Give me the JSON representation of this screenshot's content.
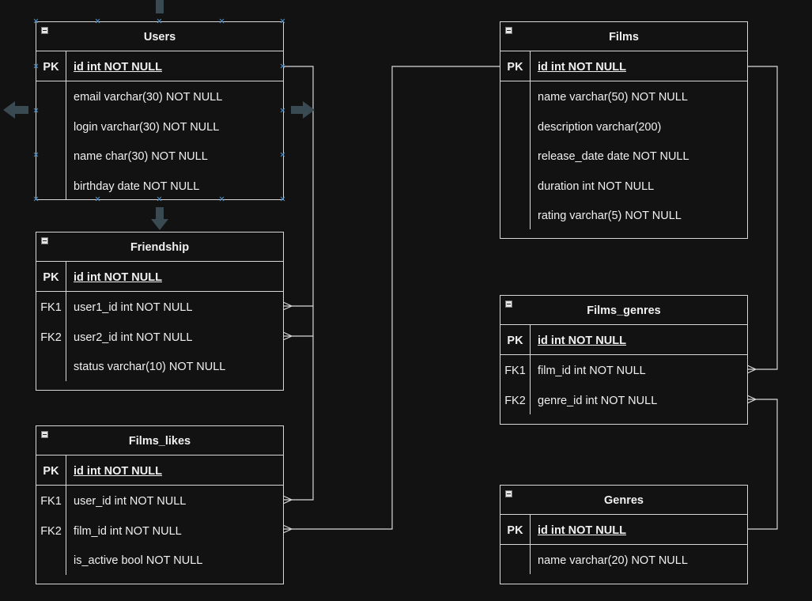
{
  "colors": {
    "background": "#121212",
    "line": "#d8d8d8",
    "selection": "#4d8fc9",
    "arrow": "#3a4a52"
  },
  "tables": {
    "users": {
      "title": "Users",
      "pk": {
        "key": "PK",
        "field": "id int NOT NULL"
      },
      "rows": [
        {
          "key": "",
          "field": "email varchar(30) NOT NULL"
        },
        {
          "key": "",
          "field": "login varchar(30) NOT NULL"
        },
        {
          "key": "",
          "field": "name char(30) NOT NULL"
        },
        {
          "key": "",
          "field": "birthday date NOT NULL"
        }
      ]
    },
    "friendship": {
      "title": "Friendship",
      "pk": {
        "key": "PK",
        "field": "id int NOT NULL"
      },
      "rows": [
        {
          "key": "FK1",
          "field": "user1_id int NOT NULL"
        },
        {
          "key": "FK2",
          "field": "user2_id int NOT NULL"
        },
        {
          "key": "",
          "field": "status varchar(10) NOT NULL"
        }
      ]
    },
    "films_likes": {
      "title": "Films_likes",
      "pk": {
        "key": "PK",
        "field": "id int NOT NULL"
      },
      "rows": [
        {
          "key": "FK1",
          "field": "user_id int NOT NULL"
        },
        {
          "key": "FK2",
          "field": "film_id int NOT NULL"
        },
        {
          "key": "",
          "field": "is_active bool NOT NULL"
        }
      ]
    },
    "films": {
      "title": "Films",
      "pk": {
        "key": "PK",
        "field": "id int NOT NULL"
      },
      "rows": [
        {
          "key": "",
          "field": "name varchar(50) NOT NULL"
        },
        {
          "key": "",
          "field": "description varchar(200)"
        },
        {
          "key": "",
          "field": "release_date date NOT NULL"
        },
        {
          "key": "",
          "field": "duration int NOT NULL"
        },
        {
          "key": "",
          "field": "rating varchar(5) NOT NULL"
        }
      ]
    },
    "films_genres": {
      "title": "Films_genres",
      "pk": {
        "key": "PK",
        "field": "id int NOT NULL"
      },
      "rows": [
        {
          "key": "FK1",
          "field": "film_id int NOT NULL"
        },
        {
          "key": "FK2",
          "field": "genre_id int NOT NULL"
        }
      ]
    },
    "genres": {
      "title": "Genres",
      "pk": {
        "key": "PK",
        "field": "id int NOT NULL"
      },
      "rows": [
        {
          "key": "",
          "field": "name varchar(20) NOT NULL"
        }
      ]
    }
  }
}
